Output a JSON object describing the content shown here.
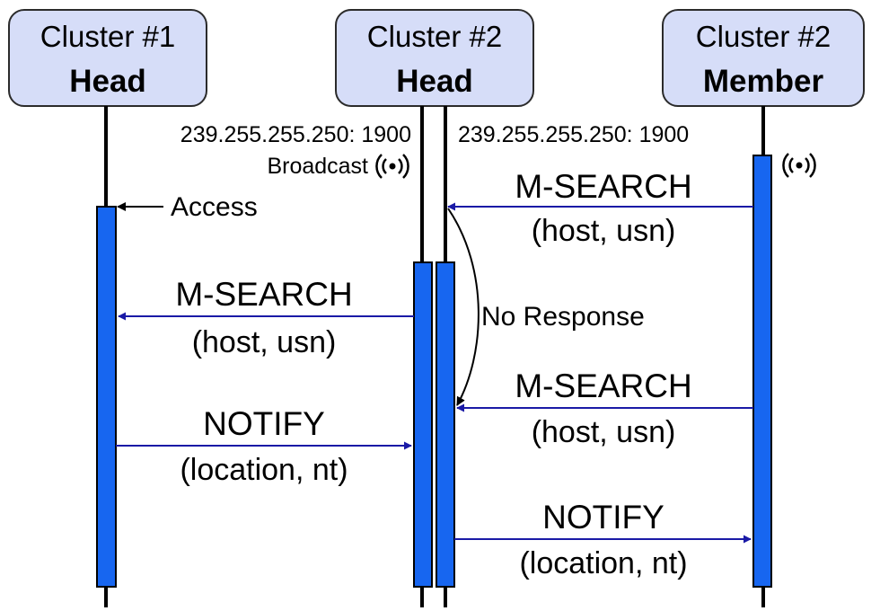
{
  "participants": [
    {
      "line1": "Cluster #1",
      "line2": "Head"
    },
    {
      "line1": "Cluster #2",
      "line2": "Head"
    },
    {
      "line1": "Cluster #2",
      "line2": "Member"
    }
  ],
  "annotations": {
    "addr_left": "239.255.255.250: 1900",
    "broadcast": "Broadcast",
    "addr_right": "239.255.255.250: 1900",
    "access": "Access",
    "no_response": "No Response"
  },
  "messages": [
    {
      "name": "M-SEARCH",
      "params": "(host, usn)",
      "from": "Cluster #2 Member",
      "to": "Cluster #2 Head"
    },
    {
      "name": "M-SEARCH",
      "params": "(host, usn)",
      "from": "Cluster #2 Head",
      "to": "Cluster #1 Head"
    },
    {
      "name": "M-SEARCH",
      "params": "(host, usn)",
      "from": "Cluster #2 Member",
      "to": "Cluster #2 Head"
    },
    {
      "name": "NOTIFY",
      "params": "(location, nt)",
      "from": "Cluster #1 Head",
      "to": "Cluster #2 Head"
    },
    {
      "name": "NOTIFY",
      "params": "(location, nt)",
      "from": "Cluster #2 Head",
      "to": "Cluster #2 Member"
    }
  ],
  "colors": {
    "box_fill": "#d6ddf8",
    "box_stroke": "#2b2b2b",
    "activation": "#1766f0",
    "arrow": "#1a1aa6"
  },
  "icons": [
    "broadcast-icon",
    "broadcast-icon"
  ]
}
